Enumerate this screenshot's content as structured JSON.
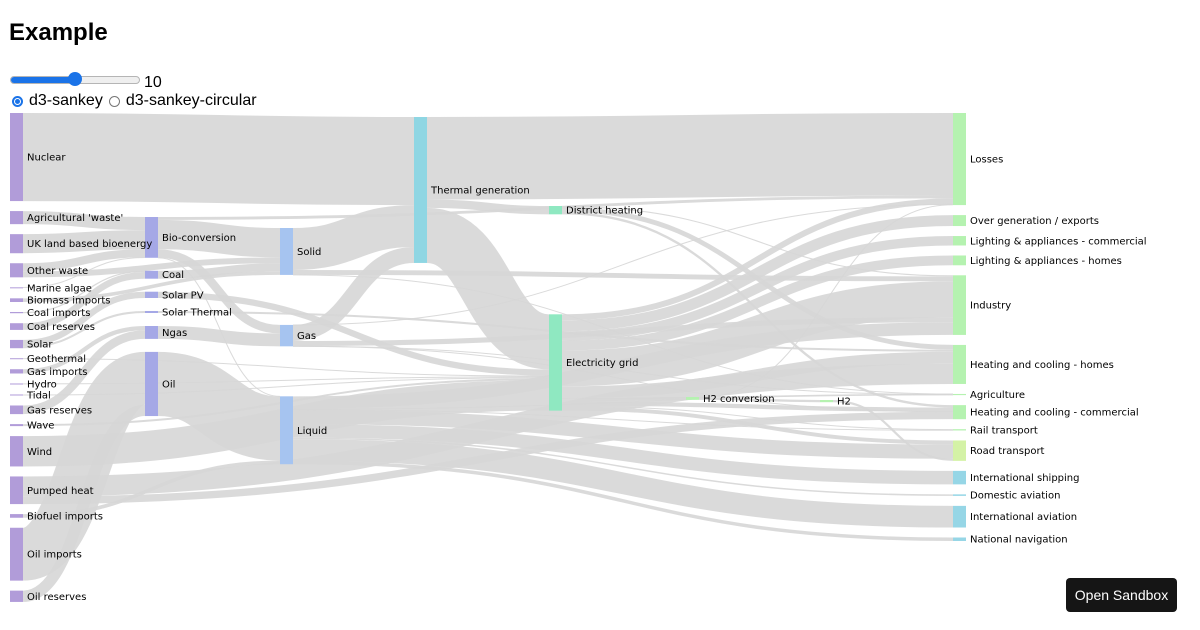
{
  "title": "Example",
  "slider": {
    "value": 10,
    "min": 0,
    "max": 20,
    "label": "10"
  },
  "layouts": [
    {
      "label": "d3-sankey",
      "checked": true
    },
    {
      "label": "d3-sankey-circular",
      "checked": false
    }
  ],
  "colors": {
    "source_node": "#b19cd9",
    "bio_node": "#a5a8e6",
    "fuel_node": "#a6c4f0",
    "thermal_node": "#8fd6e3",
    "grid_node": "#8fe8c1",
    "loss_node": "#b5f2b0",
    "road_node": "#d4f2a6",
    "aviation_node": "#96d6e6",
    "link": "#d6d6d6"
  },
  "chart_data": {
    "type": "sankey",
    "nodes": [
      "Agricultural 'waste'",
      "Bio-conversion",
      "Liquid",
      "Losses",
      "Solid",
      "Gas",
      "Biofuel imports",
      "Biomass imports",
      "Coal imports",
      "Coal",
      "Coal reserves",
      "District heating",
      "Industry",
      "Heating and cooling - commercial",
      "Heating and cooling - homes",
      "Electricity grid",
      "Over generation / exports",
      "H2 conversion",
      "Road transport",
      "Agriculture",
      "Rail transport",
      "Lighting & appliances - commercial",
      "Lighting & appliances - homes",
      "Gas imports",
      "Ngas",
      "Gas reserves",
      "Thermal generation",
      "Geothermal",
      "H2",
      "Hydro",
      "International shipping",
      "Domestic aviation",
      "International aviation",
      "National navigation",
      "Marine algae",
      "Nuclear",
      "Oil imports",
      "Oil",
      "Oil reserves",
      "Other waste",
      "Pumped heat",
      "Solar PV",
      "Solar Thermal",
      "Solar",
      "Tidal",
      "UK land based bioenergy",
      "Wave",
      "Wind"
    ],
    "links": [
      {
        "source": "Agricultural 'waste'",
        "target": "Bio-conversion",
        "value": 124.729
      },
      {
        "source": "Bio-conversion",
        "target": "Liquid",
        "value": 0.597
      },
      {
        "source": "Bio-conversion",
        "target": "Losses",
        "value": 26.862
      },
      {
        "source": "Bio-conversion",
        "target": "Solid",
        "value": 280.322
      },
      {
        "source": "Bio-conversion",
        "target": "Gas",
        "value": 81.144
      },
      {
        "source": "Biofuel imports",
        "target": "Liquid",
        "value": 35
      },
      {
        "source": "Biomass imports",
        "target": "Solid",
        "value": 35
      },
      {
        "source": "Coal imports",
        "target": "Coal",
        "value": 11.606
      },
      {
        "source": "Coal reserves",
        "target": "Coal",
        "value": 63.965
      },
      {
        "source": "Coal",
        "target": "Solid",
        "value": 75.571
      },
      {
        "source": "District heating",
        "target": "Industry",
        "value": 10.639
      },
      {
        "source": "District heating",
        "target": "Heating and cooling - commercial",
        "value": 22.505
      },
      {
        "source": "District heating",
        "target": "Heating and cooling - homes",
        "value": 46.184
      },
      {
        "source": "Electricity grid",
        "target": "Over generation / exports",
        "value": 104.453
      },
      {
        "source": "Electricity grid",
        "target": "Heating and cooling - homes",
        "value": 113.726
      },
      {
        "source": "Electricity grid",
        "target": "H2 conversion",
        "value": 27.14
      },
      {
        "source": "Electricity grid",
        "target": "Industry",
        "value": 342.165
      },
      {
        "source": "Electricity grid",
        "target": "Road transport",
        "value": 37.797
      },
      {
        "source": "Electricity grid",
        "target": "Agriculture",
        "value": 4.412
      },
      {
        "source": "Electricity grid",
        "target": "Heating and cooling - commercial",
        "value": 40.858
      },
      {
        "source": "Electricity grid",
        "target": "Losses",
        "value": 56.691
      },
      {
        "source": "Electricity grid",
        "target": "Rail transport",
        "value": 7.863
      },
      {
        "source": "Electricity grid",
        "target": "Lighting & appliances - commercial",
        "value": 90.008
      },
      {
        "source": "Electricity grid",
        "target": "Lighting & appliances - homes",
        "value": 93.494
      },
      {
        "source": "Gas imports",
        "target": "Ngas",
        "value": 40.719
      },
      {
        "source": "Gas reserves",
        "target": "Ngas",
        "value": 82.233
      },
      {
        "source": "Gas",
        "target": "Heating and cooling - commercial",
        "value": 0.129
      },
      {
        "source": "Gas",
        "target": "Losses",
        "value": 1.401
      },
      {
        "source": "Gas",
        "target": "Thermal generation",
        "value": 151.891
      },
      {
        "source": "Gas",
        "target": "Agriculture",
        "value": 2.096
      },
      {
        "source": "Gas",
        "target": "Industry",
        "value": 48.58
      },
      {
        "source": "Geothermal",
        "target": "Electricity grid",
        "value": 7.013
      },
      {
        "source": "H2 conversion",
        "target": "H2",
        "value": 20.897
      },
      {
        "source": "H2 conversion",
        "target": "Losses",
        "value": 6.242
      },
      {
        "source": "H2",
        "target": "Road transport",
        "value": 20.897
      },
      {
        "source": "Hydro",
        "target": "Electricity grid",
        "value": 6.995
      },
      {
        "source": "Liquid",
        "target": "Industry",
        "value": 121.066
      },
      {
        "source": "Liquid",
        "target": "International shipping",
        "value": 128.69
      },
      {
        "source": "Liquid",
        "target": "Road transport",
        "value": 135.835
      },
      {
        "source": "Liquid",
        "target": "Domestic aviation",
        "value": 14.458
      },
      {
        "source": "Liquid",
        "target": "International aviation",
        "value": 206.267
      },
      {
        "source": "Liquid",
        "target": "Agriculture",
        "value": 3.64
      },
      {
        "source": "Liquid",
        "target": "National navigation",
        "value": 33.218
      },
      {
        "source": "Liquid",
        "target": "Rail transport",
        "value": 4.413
      },
      {
        "source": "Marine algae",
        "target": "Bio-conversion",
        "value": 4.375
      },
      {
        "source": "Ngas",
        "target": "Gas",
        "value": 122.952
      },
      {
        "source": "Nuclear",
        "target": "Thermal generation",
        "value": 839.978
      },
      {
        "source": "Oil imports",
        "target": "Oil",
        "value": 504.287
      },
      {
        "source": "Oil reserves",
        "target": "Oil",
        "value": 107.703
      },
      {
        "source": "Oil",
        "target": "Liquid",
        "value": 611.99
      },
      {
        "source": "Other waste",
        "target": "Solid",
        "value": 56.587
      },
      {
        "source": "Other waste",
        "target": "Bio-conversion",
        "value": 77.81
      },
      {
        "source": "Pumped heat",
        "target": "Heating and cooling - homes",
        "value": 193.026
      },
      {
        "source": "Pumped heat",
        "target": "Heating and cooling - commercial",
        "value": 70.672
      },
      {
        "source": "Solar PV",
        "target": "Electricity grid",
        "value": 59.901
      },
      {
        "source": "Solar Thermal",
        "target": "Heating and cooling - homes",
        "value": 19.263
      },
      {
        "source": "Solar",
        "target": "Solar Thermal",
        "value": 19.263
      },
      {
        "source": "Solar",
        "target": "Solar PV",
        "value": 59.901
      },
      {
        "source": "Solid",
        "target": "Agriculture",
        "value": 0.882
      },
      {
        "source": "Solid",
        "target": "Thermal generation",
        "value": 400.12
      },
      {
        "source": "Solid",
        "target": "Industry",
        "value": 46.477
      },
      {
        "source": "Thermal generation",
        "target": "Electricity grid",
        "value": 525.531
      },
      {
        "source": "Thermal generation",
        "target": "Losses",
        "value": 787.129
      },
      {
        "source": "Thermal generation",
        "target": "District heating",
        "value": 79.329
      },
      {
        "source": "Tidal",
        "target": "Electricity grid",
        "value": 9.452
      },
      {
        "source": "UK land based bioenergy",
        "target": "Bio-conversion",
        "value": 182.01
      },
      {
        "source": "Wave",
        "target": "Electricity grid",
        "value": 19.013
      },
      {
        "source": "Wind",
        "target": "Electricity grid",
        "value": 289.366
      }
    ]
  },
  "sandbox_button": "Open Sandbox"
}
